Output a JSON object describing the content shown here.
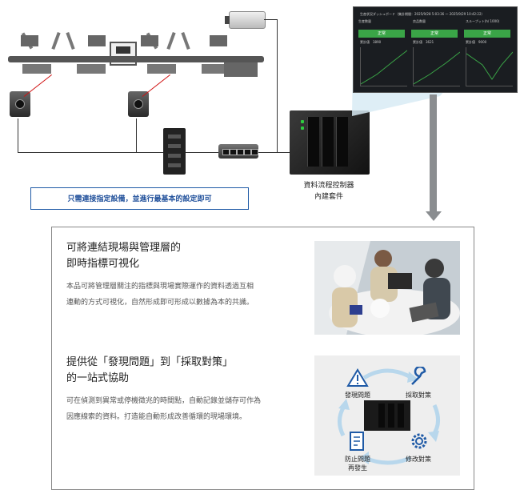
{
  "dashboard": {
    "header": "生産状況ダッシュボード（集計期間：2025/9/28 5:03:36 ～ 2025/9/29 10:42:22）",
    "tabs": [
      "生産数量",
      "良品数量",
      "スループット(h/ 1000)"
    ],
    "badges": [
      "正常",
      "正常",
      "正常"
    ],
    "values": [
      "累計値　3890",
      "累計値　3621",
      "累計値　9000"
    ],
    "panel_bg": "#1a1d21",
    "badge_color": "#3aa547"
  },
  "labels": {
    "controller": "資料流程控制器\n內建套件",
    "note": "只需連接指定設備，並進行最基本的設定即可"
  },
  "sections": [
    {
      "title": "可將連結現場與管理層的\n即時指標可視化",
      "body": "本品可將管理層關注的指標與現場實際運作的資料透過互相\n連動的方式可視化，自然形成即可形成以數據為本的共識。"
    },
    {
      "title": "提供從「發現問題」到「採取對策」\n的一站式協助",
      "body": "可在偵測到異常或停機徵兆的時間點，自動記錄並儲存可作為\n因應線索的資料。打造能自動形成改善循環的現場環境。"
    }
  ],
  "cycle": {
    "steps": [
      "發現問題",
      "採取對策",
      "修改對策",
      "防止問題\n再發生"
    ],
    "arrow_color": "#b8d7ec",
    "icon_color": "#1f5aa6"
  },
  "colors": {
    "accent_blue": "#1f5aa6",
    "arrow_gray": "#8a8d90",
    "laser_red": "#d01010"
  }
}
